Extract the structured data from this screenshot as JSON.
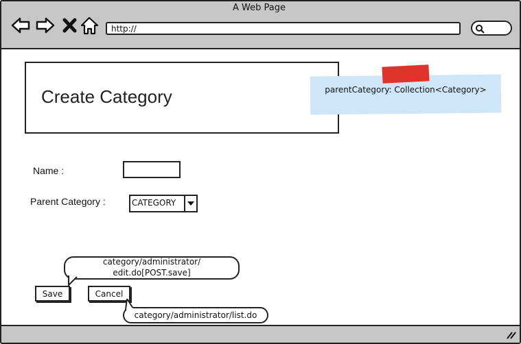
{
  "window": {
    "title": "A Web Page"
  },
  "browser": {
    "address": "http://",
    "nav_icons": [
      "back-icon",
      "forward-icon",
      "close-icon",
      "home-icon"
    ],
    "search_icon": "search-icon",
    "resize_icon": "resize-grip-icon"
  },
  "page": {
    "title": "Create Category"
  },
  "note": {
    "text": "parentCategory: Collection<Category>",
    "tape_color": "#e0332c",
    "paper_color": "#cfe6f8"
  },
  "form": {
    "name_label": "Name :",
    "name_value": "",
    "parent_label": "Parent Category :",
    "parent_value": "CATEGORY"
  },
  "callouts": {
    "save_action_line1": "category/administrator/",
    "save_action_line2": "edit.do[POST.save]",
    "cancel_action": "category/administrator/list.do"
  },
  "buttons": {
    "save": "Save",
    "cancel": "Cancel"
  }
}
